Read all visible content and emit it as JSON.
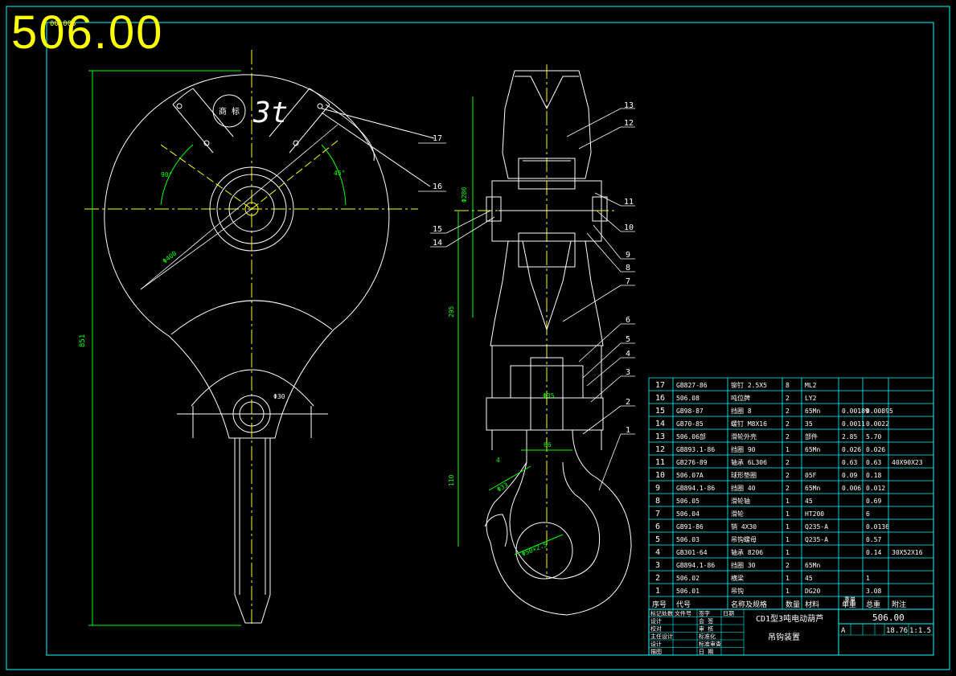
{
  "drawing": {
    "big_number": "506.00",
    "corner_code": "00.005",
    "colors": {
      "background": "#000000",
      "border": "#00ffff",
      "lines": "#ffffff",
      "centerline": "#ffff00",
      "dims": "#00ff00",
      "callouts": "#ff00ff"
    }
  },
  "front_view": {
    "logo_text": "商 标",
    "capacity_mark": "3t",
    "dim_height": "851",
    "dim_radius": "Φ400",
    "dim_pin": "Φ30",
    "angle_left": "90°",
    "angle_right": "45°"
  },
  "side_view": {
    "dim_top": "Φ280",
    "dim_mid": "295",
    "dim_bottom": "110",
    "dim_width": "66",
    "dim_hook_throat": "Φ33",
    "dim_hook_eye": "Φ50×2.5",
    "dim_bore": "Φ35",
    "dim_small": "4",
    "callouts": [
      "13",
      "12",
      "11",
      "10",
      "9",
      "8",
      "7",
      "6",
      "5",
      "4",
      "3",
      "2",
      "1",
      "17",
      "16",
      "15",
      "14"
    ]
  },
  "bom": {
    "headers": [
      "序号",
      "代号",
      "名称及规格",
      "数量",
      "材料",
      "单重",
      "总重",
      "附注"
    ],
    "weight_header": "重量",
    "rows": [
      {
        "no": "17",
        "code": "GB827-86",
        "name": "铆钉 2.5X5",
        "qty": "8",
        "mat": "ML2",
        "unit": "",
        "total": "",
        "note": ""
      },
      {
        "no": "16",
        "code": "506.08",
        "name": "吨位牌",
        "qty": "2",
        "mat": "LY2",
        "unit": "",
        "total": "",
        "note": ""
      },
      {
        "no": "15",
        "code": "GB98-87",
        "name": "挡圈 8",
        "qty": "2",
        "mat": "65Mn",
        "unit": "0.00189",
        "total": "0.00895",
        "note": ""
      },
      {
        "no": "14",
        "code": "GB70-85",
        "name": "螺钉 M8X16",
        "qty": "2",
        "mat": "35",
        "unit": "0.0011",
        "total": "0.0022",
        "note": ""
      },
      {
        "no": "13",
        "code": "506.06部",
        "name": "滑轮外壳",
        "qty": "2",
        "mat": "部件",
        "unit": "2.85",
        "total": "5.70",
        "note": ""
      },
      {
        "no": "12",
        "code": "GB893.1-86",
        "name": "挡圈 90",
        "qty": "1",
        "mat": "65Mn",
        "unit": "0.026",
        "total": "0.026",
        "note": ""
      },
      {
        "no": "11",
        "code": "GB276-89",
        "name": "轴承 6L306",
        "qty": "2",
        "mat": "",
        "unit": "0.63",
        "total": "0.63",
        "note": "40X90X23"
      },
      {
        "no": "10",
        "code": "506.07A",
        "name": "球形垫圈",
        "qty": "2",
        "mat": "05F",
        "unit": "0.09",
        "total": "0.18",
        "note": ""
      },
      {
        "no": "9",
        "code": "GB894.1-86",
        "name": "挡圈 40",
        "qty": "2",
        "mat": "65Mn",
        "unit": "0.006",
        "total": "0.012",
        "note": ""
      },
      {
        "no": "8",
        "code": "506.05",
        "name": "滑轮轴",
        "qty": "1",
        "mat": "45",
        "unit": "",
        "total": "0.69",
        "note": ""
      },
      {
        "no": "7",
        "code": "506.04",
        "name": "滑轮",
        "qty": "1",
        "mat": "HT200",
        "unit": "",
        "total": "6",
        "note": ""
      },
      {
        "no": "6",
        "code": "GB91-86",
        "name": "销 4X30",
        "qty": "1",
        "mat": "Q235-A",
        "unit": "",
        "total": "0.0136",
        "note": ""
      },
      {
        "no": "5",
        "code": "506.03",
        "name": "吊钩螺母",
        "qty": "1",
        "mat": "Q235-A",
        "unit": "",
        "total": "0.57",
        "note": ""
      },
      {
        "no": "4",
        "code": "GB301-64",
        "name": "轴承 8206",
        "qty": "1",
        "mat": "",
        "unit": "",
        "total": "0.14",
        "note": "30X52X16"
      },
      {
        "no": "3",
        "code": "GB894.1-86",
        "name": "挡圈 30",
        "qty": "2",
        "mat": "65Mn",
        "unit": "",
        "total": "",
        "note": ""
      },
      {
        "no": "2",
        "code": "506.02",
        "name": "横梁",
        "qty": "1",
        "mat": "45",
        "unit": "",
        "total": "1",
        "note": ""
      },
      {
        "no": "1",
        "code": "506.01",
        "name": "吊钩",
        "qty": "1",
        "mat": "DG20",
        "unit": "",
        "total": "3.08",
        "note": ""
      }
    ]
  },
  "title_block": {
    "product": "CD1型3吨电动葫芦",
    "assembly": "吊钩装置",
    "drawing_no": "506.00",
    "stage": "A",
    "weight": "18.76",
    "scale": "1:1.5",
    "sign_rows": [
      [
        "标记处数",
        "文件号",
        "签字",
        "日期"
      ],
      [
        "设计",
        "",
        "会 签",
        ""
      ],
      [
        "校对",
        "",
        "审 核",
        ""
      ],
      [
        "主任设计",
        "",
        "标准化",
        ""
      ],
      [
        "设计",
        "",
        "标准审查",
        ""
      ],
      [
        "描图",
        "",
        "日 期",
        ""
      ]
    ]
  }
}
